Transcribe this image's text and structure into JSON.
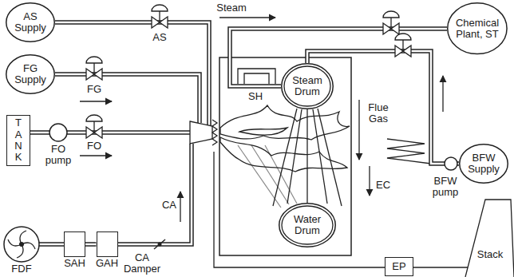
{
  "diagram": {
    "nodes": [
      {
        "text": [
          "AS Supply"
        ]
      },
      {
        "text": [
          "FG Supply"
        ]
      },
      {
        "text": [
          "TANK"
        ]
      },
      {
        "text": [
          "Chemical Plant, ST"
        ]
      },
      {
        "text": [
          "Steam Drum"
        ]
      },
      {
        "text": [
          "Water Drum"
        ]
      },
      {
        "text": [
          "BFW Supply"
        ]
      },
      {
        "text": [
          "SAH"
        ]
      },
      {
        "text": [
          "GAH"
        ]
      },
      {
        "text": [
          "EP"
        ]
      }
    ],
    "edges": [
      {
        "from": 7,
        "to": 8,
        "arrow": "none"
      },
      {
        "from": 4,
        "to": 3,
        "arrow": "none"
      },
      {
        "from": 6,
        "to": 4,
        "arrow": "none"
      },
      {
        "from": 4,
        "to": 5,
        "arrow": "none"
      }
    ],
    "labels": [
      "AS",
      "FG",
      "FO",
      "FO pump",
      "FDF",
      "CA",
      "CA Damper",
      "Steam",
      "SH",
      "Flue Gas",
      "EC",
      "BFW pump",
      "Stack"
    ]
  }
}
